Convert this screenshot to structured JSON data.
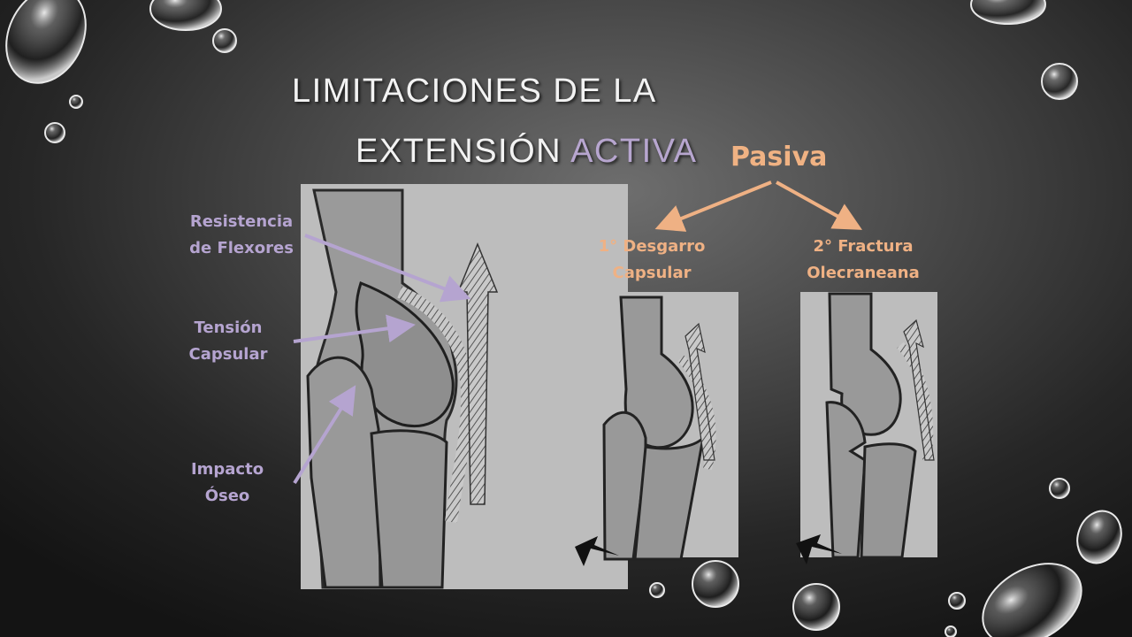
{
  "title": {
    "line1": "LIMITACIONES DE LA",
    "line2_main": "EXTENSIÓN ",
    "line2_accent": "ACTIVA"
  },
  "pasiva": "Pasiva",
  "labels": {
    "flexores_1": "Resistencia",
    "flexores_2": "de Flexores",
    "tension_1": "Tensión",
    "tension_2": "Capsular",
    "impacto_1": "Impacto",
    "impacto_2": "Óseo",
    "desgarro_1": "1° Desgarro",
    "desgarro_2": "Capsular",
    "fractura_1": "2° Fractura",
    "fractura_2": "Olecraneana"
  },
  "colors": {
    "accent_purple": "#b5a4d0",
    "accent_orange": "#efb184",
    "title": "#f2f2f2"
  }
}
